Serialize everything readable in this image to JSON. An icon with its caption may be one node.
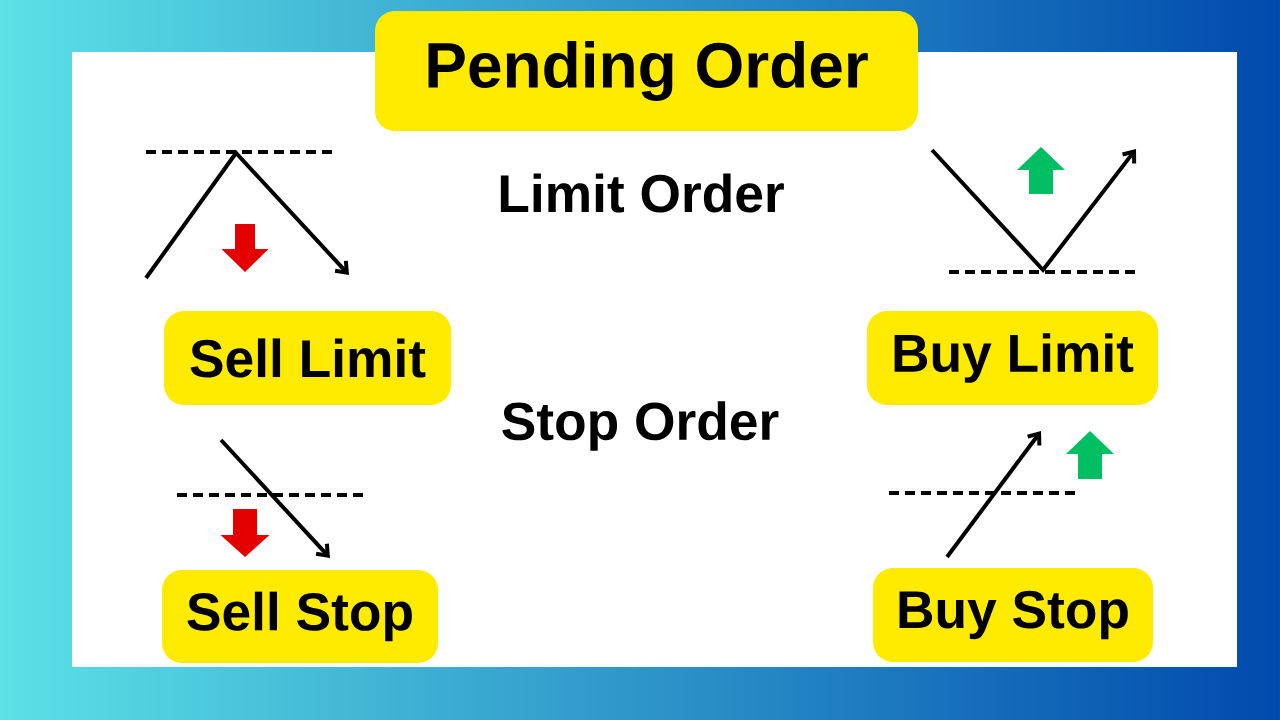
{
  "diagram": {
    "title": "Pending Order",
    "nodes": [
      {
        "text": [
          "Sell Limit"
        ]
      },
      {
        "text": [
          "Buy Limit"
        ]
      },
      {
        "text": [
          "Sell Stop"
        ]
      },
      {
        "text": [
          "Buy Stop"
        ]
      }
    ],
    "labels": [
      "Limit Order",
      "Stop Order"
    ]
  }
}
